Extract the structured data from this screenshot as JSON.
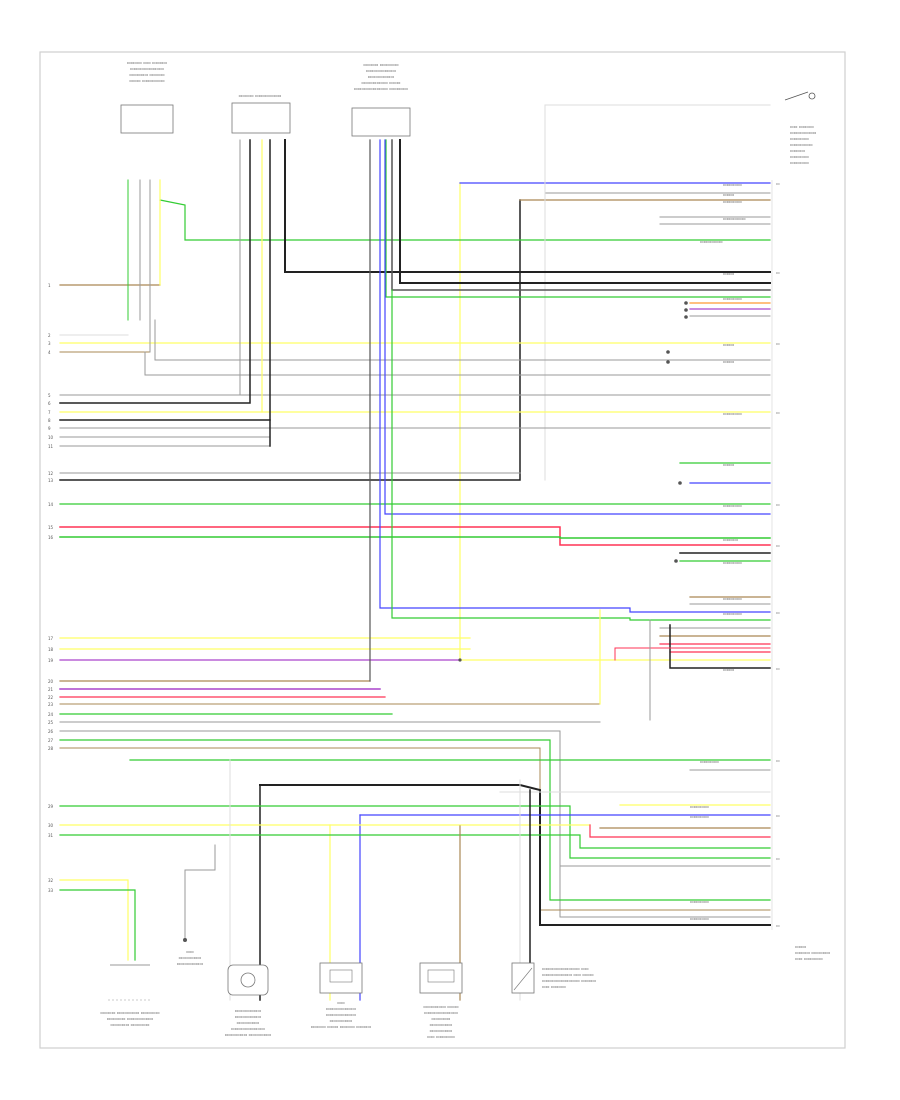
{
  "diagram": {
    "footer_code": "",
    "wire_colors": {
      "black": "#222222",
      "gray": "#9a9a9a",
      "green": "#33cc33",
      "yellow": "#ffff66",
      "blue": "#4444ff",
      "red": "#ff3355",
      "orange": "#ff9933",
      "violet": "#aa44cc",
      "brown": "#aa8855",
      "white": "#dddddd"
    },
    "components": [
      {
        "id": "c1",
        "name": "right-front-oxygen-sensor"
      },
      {
        "id": "c2",
        "name": "right-knock-sensor"
      },
      {
        "id": "c3",
        "name": "right-bank-camshaft-sensor"
      },
      {
        "id": "c4",
        "name": "left-front-oxygen-sensor"
      },
      {
        "id": "c5",
        "name": "knock-sensor-ground"
      },
      {
        "id": "c6",
        "name": "crankshaft-position-sensor"
      },
      {
        "id": "c7",
        "name": "throttle-position-sensor"
      },
      {
        "id": "c8",
        "name": "transmission-range-sensor"
      },
      {
        "id": "c9",
        "name": "engine-speed-sensor"
      },
      {
        "id": "c10",
        "name": "ecm-connector"
      }
    ]
  }
}
